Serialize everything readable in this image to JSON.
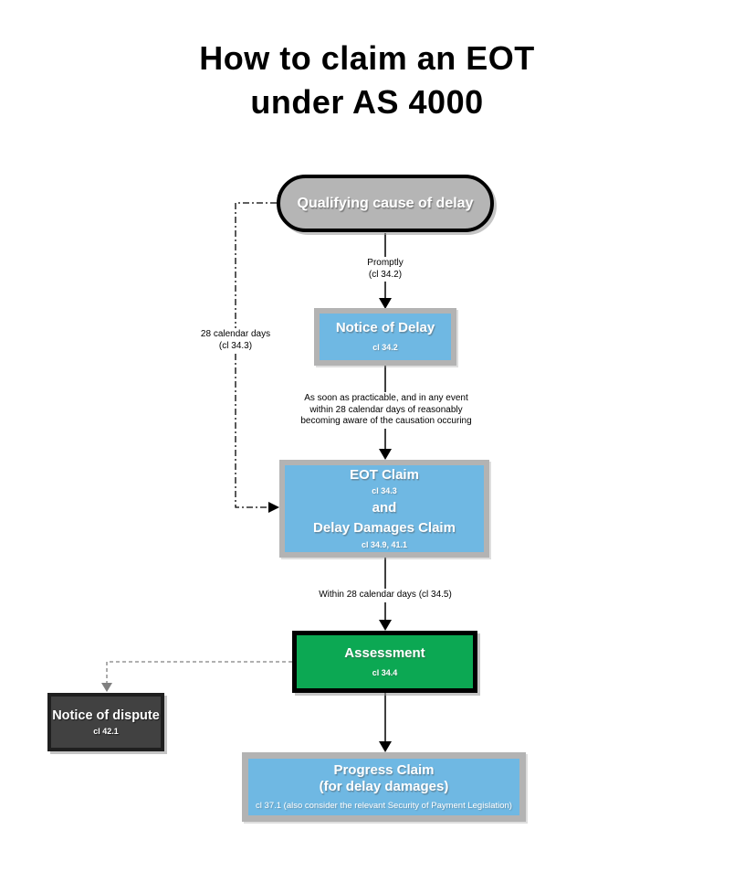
{
  "title": "How to claim an EOT\nunder AS 4000",
  "colors": {
    "blue-fill": "#6fb8e3",
    "blue-border": "#b3b3b3",
    "pill-fill": "#b5b5b5",
    "green-fill": "#0ca853",
    "dark-fill": "#414141",
    "dark-border": "#1f1f1f",
    "connector-gray": "#808080",
    "shadow-gray": "#9a9a9a"
  },
  "nodes": {
    "qualifying": {
      "label": "Qualifying cause of delay"
    },
    "notice_of_delay": {
      "title": "Notice of Delay",
      "clause": "cl 34.2"
    },
    "eot_claim": {
      "title": "EOT Claim",
      "clause": "cl 34.3",
      "conjunction": "and",
      "title2": "Delay Damages Claim",
      "clause2": "cl 34.9, 41.1"
    },
    "assessment": {
      "title": "Assessment",
      "clause": "cl 34.4"
    },
    "notice_of_dispute": {
      "title": "Notice of dispute",
      "clause": "cl 42.1"
    },
    "progress_claim": {
      "title": "Progress Claim\n(for delay damages)",
      "clause": "cl 37.1 (also consider the relevant Security of Payment Legislation)"
    }
  },
  "edge_labels": {
    "promptly": "Promptly\n(cl 34.2)",
    "asap": "As soon as practicable, and in any event\nwithin 28 calendar days of reasonably\nbecoming aware of the causation occuring",
    "within_28": "Within 28 calendar days (cl 34.5)",
    "calendar_28": "28 calendar days\n(cl 34.3)"
  }
}
